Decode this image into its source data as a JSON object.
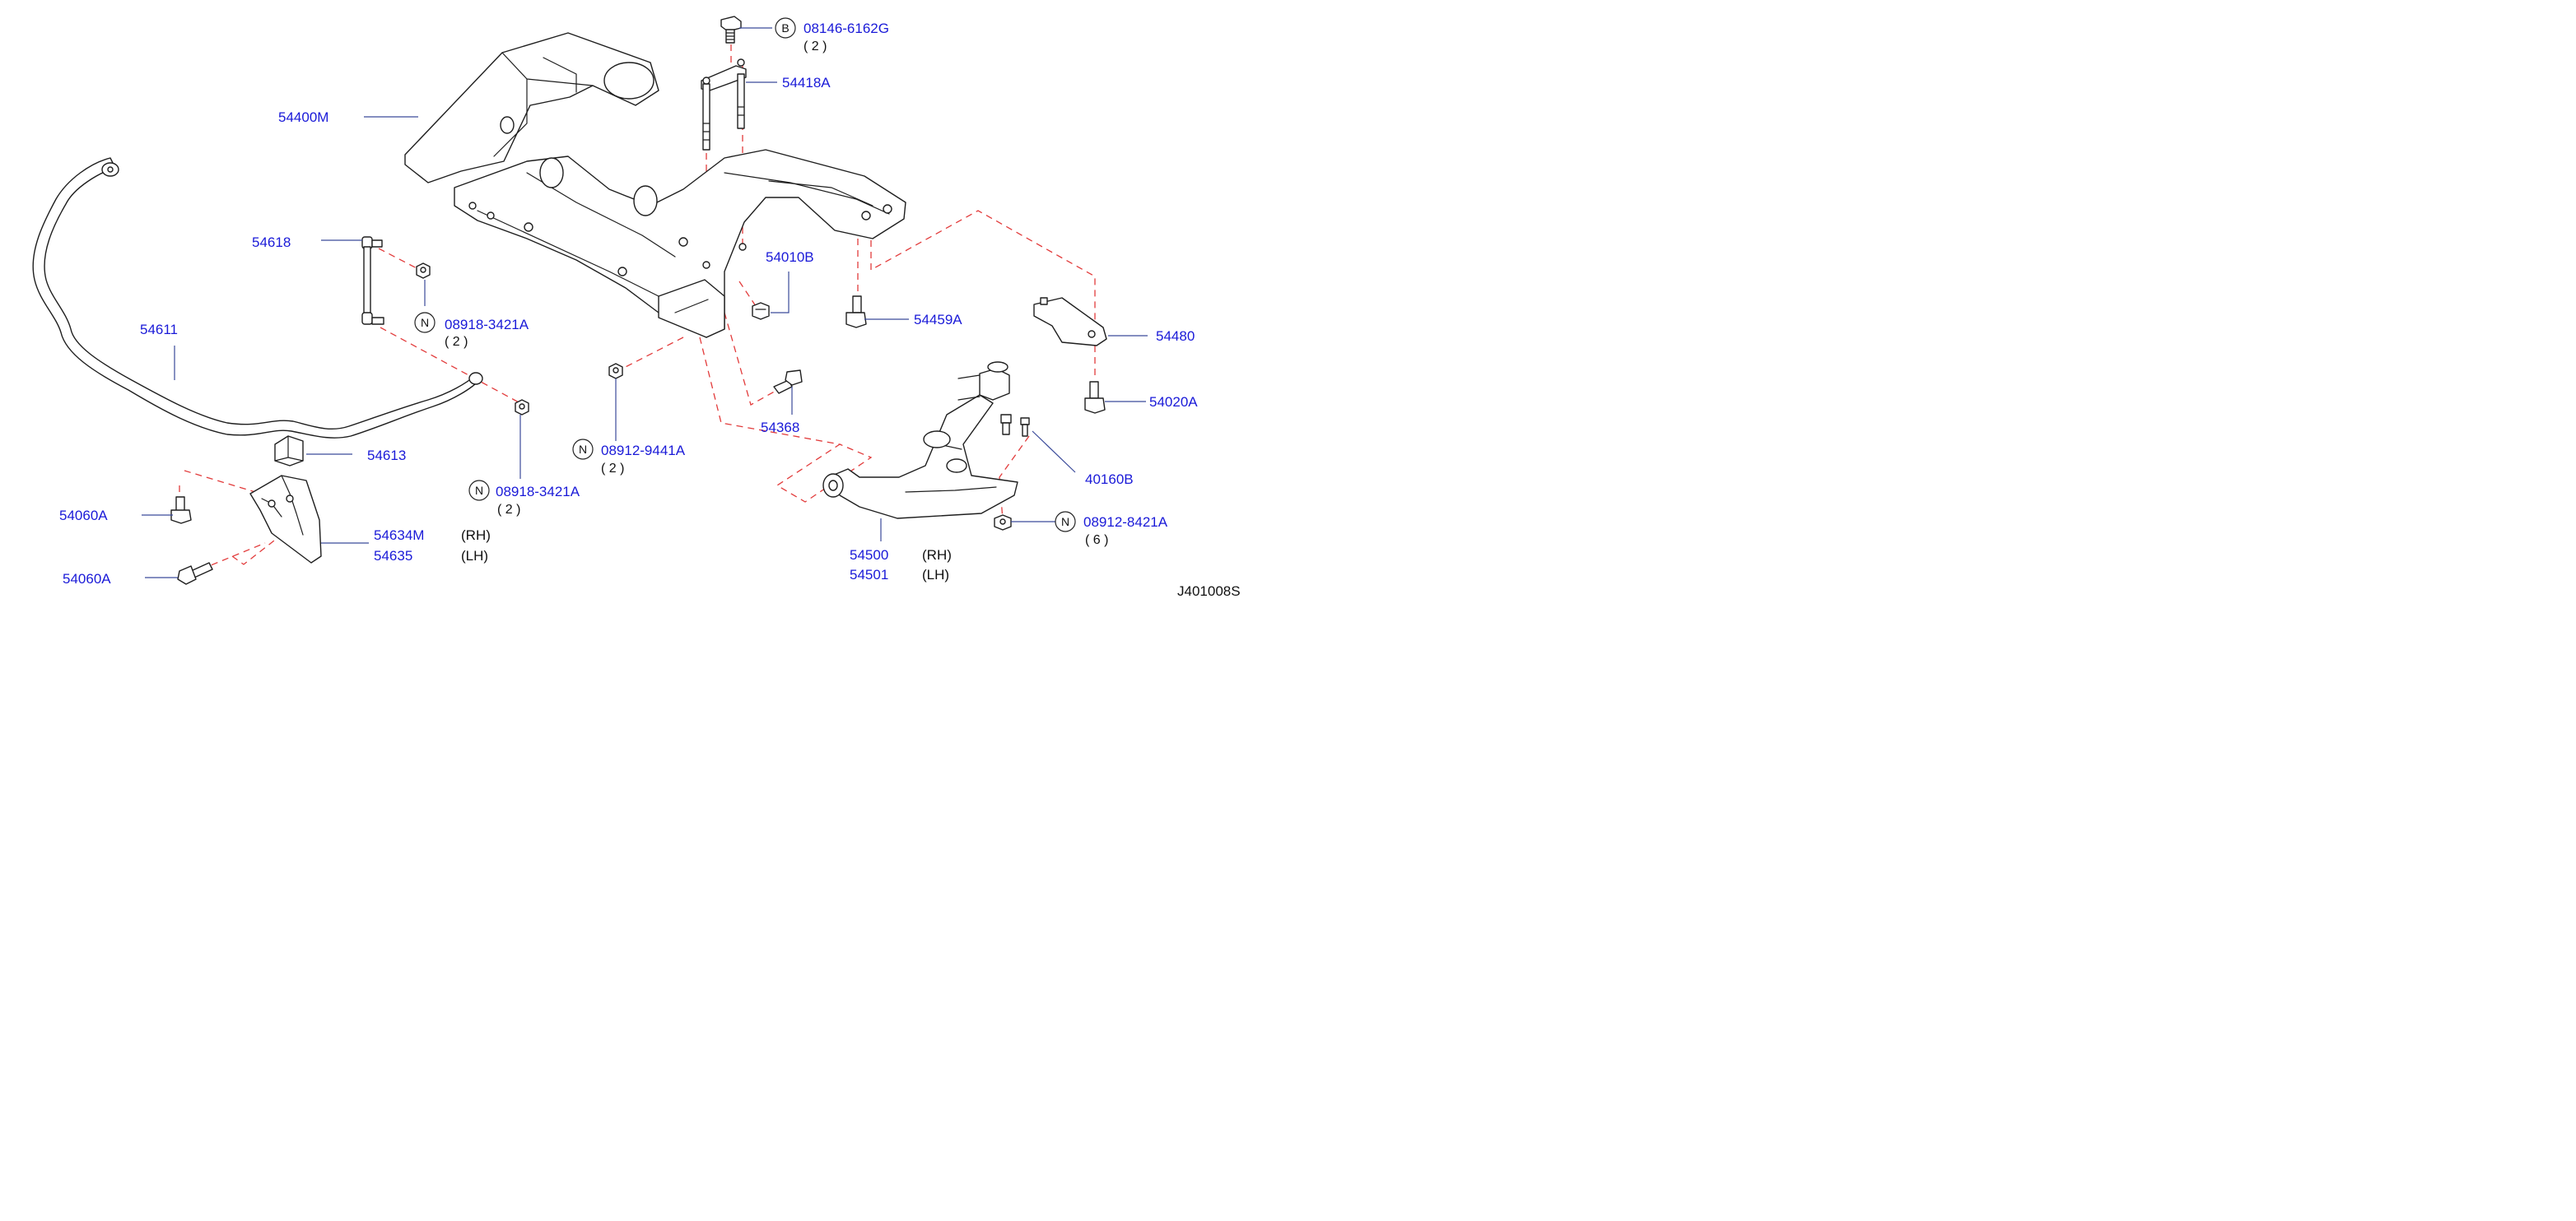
{
  "labels": {
    "p08146": "08146-6162G",
    "p08146_qty": "( 2 )",
    "p54418A": "54418A",
    "p54400M": "54400M",
    "p54618": "54618",
    "p08918_top": "08918-3421A",
    "p08918_top_qty": "( 2 )",
    "p54010B": "54010B",
    "p54459A": "54459A",
    "p54480": "54480",
    "p54611": "54611",
    "p54020A": "54020A",
    "p54368": "54368",
    "p08912_9441A": "08912-9441A",
    "p08912_9441A_qty": "( 2 )",
    "p40160B": "40160B",
    "p54613": "54613",
    "p08918_bot": "08918-3421A",
    "p08918_bot_qty": "( 2 )",
    "p08912_8421A": "08912-8421A",
    "p08912_8421A_qty": "( 6 )",
    "p54060A_top": "54060A",
    "p54634M": "54634M",
    "p54634M_side": "(RH)",
    "p54635": "54635",
    "p54635_side": "(LH)",
    "p54500": "54500",
    "p54500_side": "(RH)",
    "p54501": "54501",
    "p54501_side": "(LH)",
    "p54060A_bot": "54060A",
    "diagram_code": "J401008S"
  },
  "badges": {
    "b": "B",
    "n1": "N",
    "n2": "N",
    "n3": "N",
    "n4": "N"
  },
  "colors": {
    "label": "#1a1ad8",
    "leader": "#3a4a9a",
    "dashed_guide": "#e23b3b",
    "part_outline": "#1e1e1e"
  }
}
